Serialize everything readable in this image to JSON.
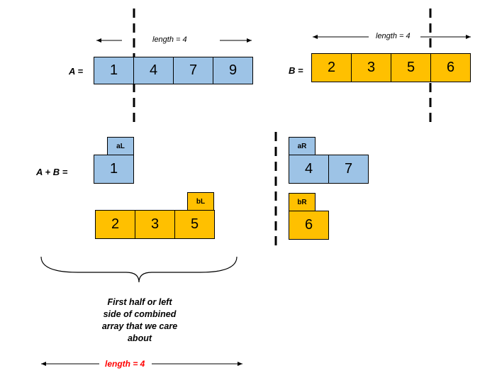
{
  "top": {
    "A": {
      "label": "A =",
      "length_label": "length = 4",
      "values": [
        "1",
        "4",
        "7",
        "9"
      ]
    },
    "B": {
      "label": "B =",
      "length_label": "length = 4",
      "values": [
        "2",
        "3",
        "5",
        "6"
      ]
    }
  },
  "combined": {
    "label": "A + B =",
    "left": {
      "aL": {
        "tag": "aL",
        "values": [
          "1"
        ]
      },
      "bL": {
        "tag": "bL",
        "values": [
          "2",
          "3",
          "5"
        ]
      }
    },
    "right": {
      "aR": {
        "tag": "aR",
        "values": [
          "4",
          "7"
        ]
      },
      "bR": {
        "tag": "bR",
        "values": [
          "6"
        ]
      }
    },
    "caption": [
      "First half or left",
      "side of combined",
      "array that we care",
      "about"
    ],
    "bottom_length_label": "length = 4"
  },
  "colors": {
    "blue": "#9dc3e6",
    "orange": "#ffc000",
    "highlight_text": "#ff0000"
  }
}
